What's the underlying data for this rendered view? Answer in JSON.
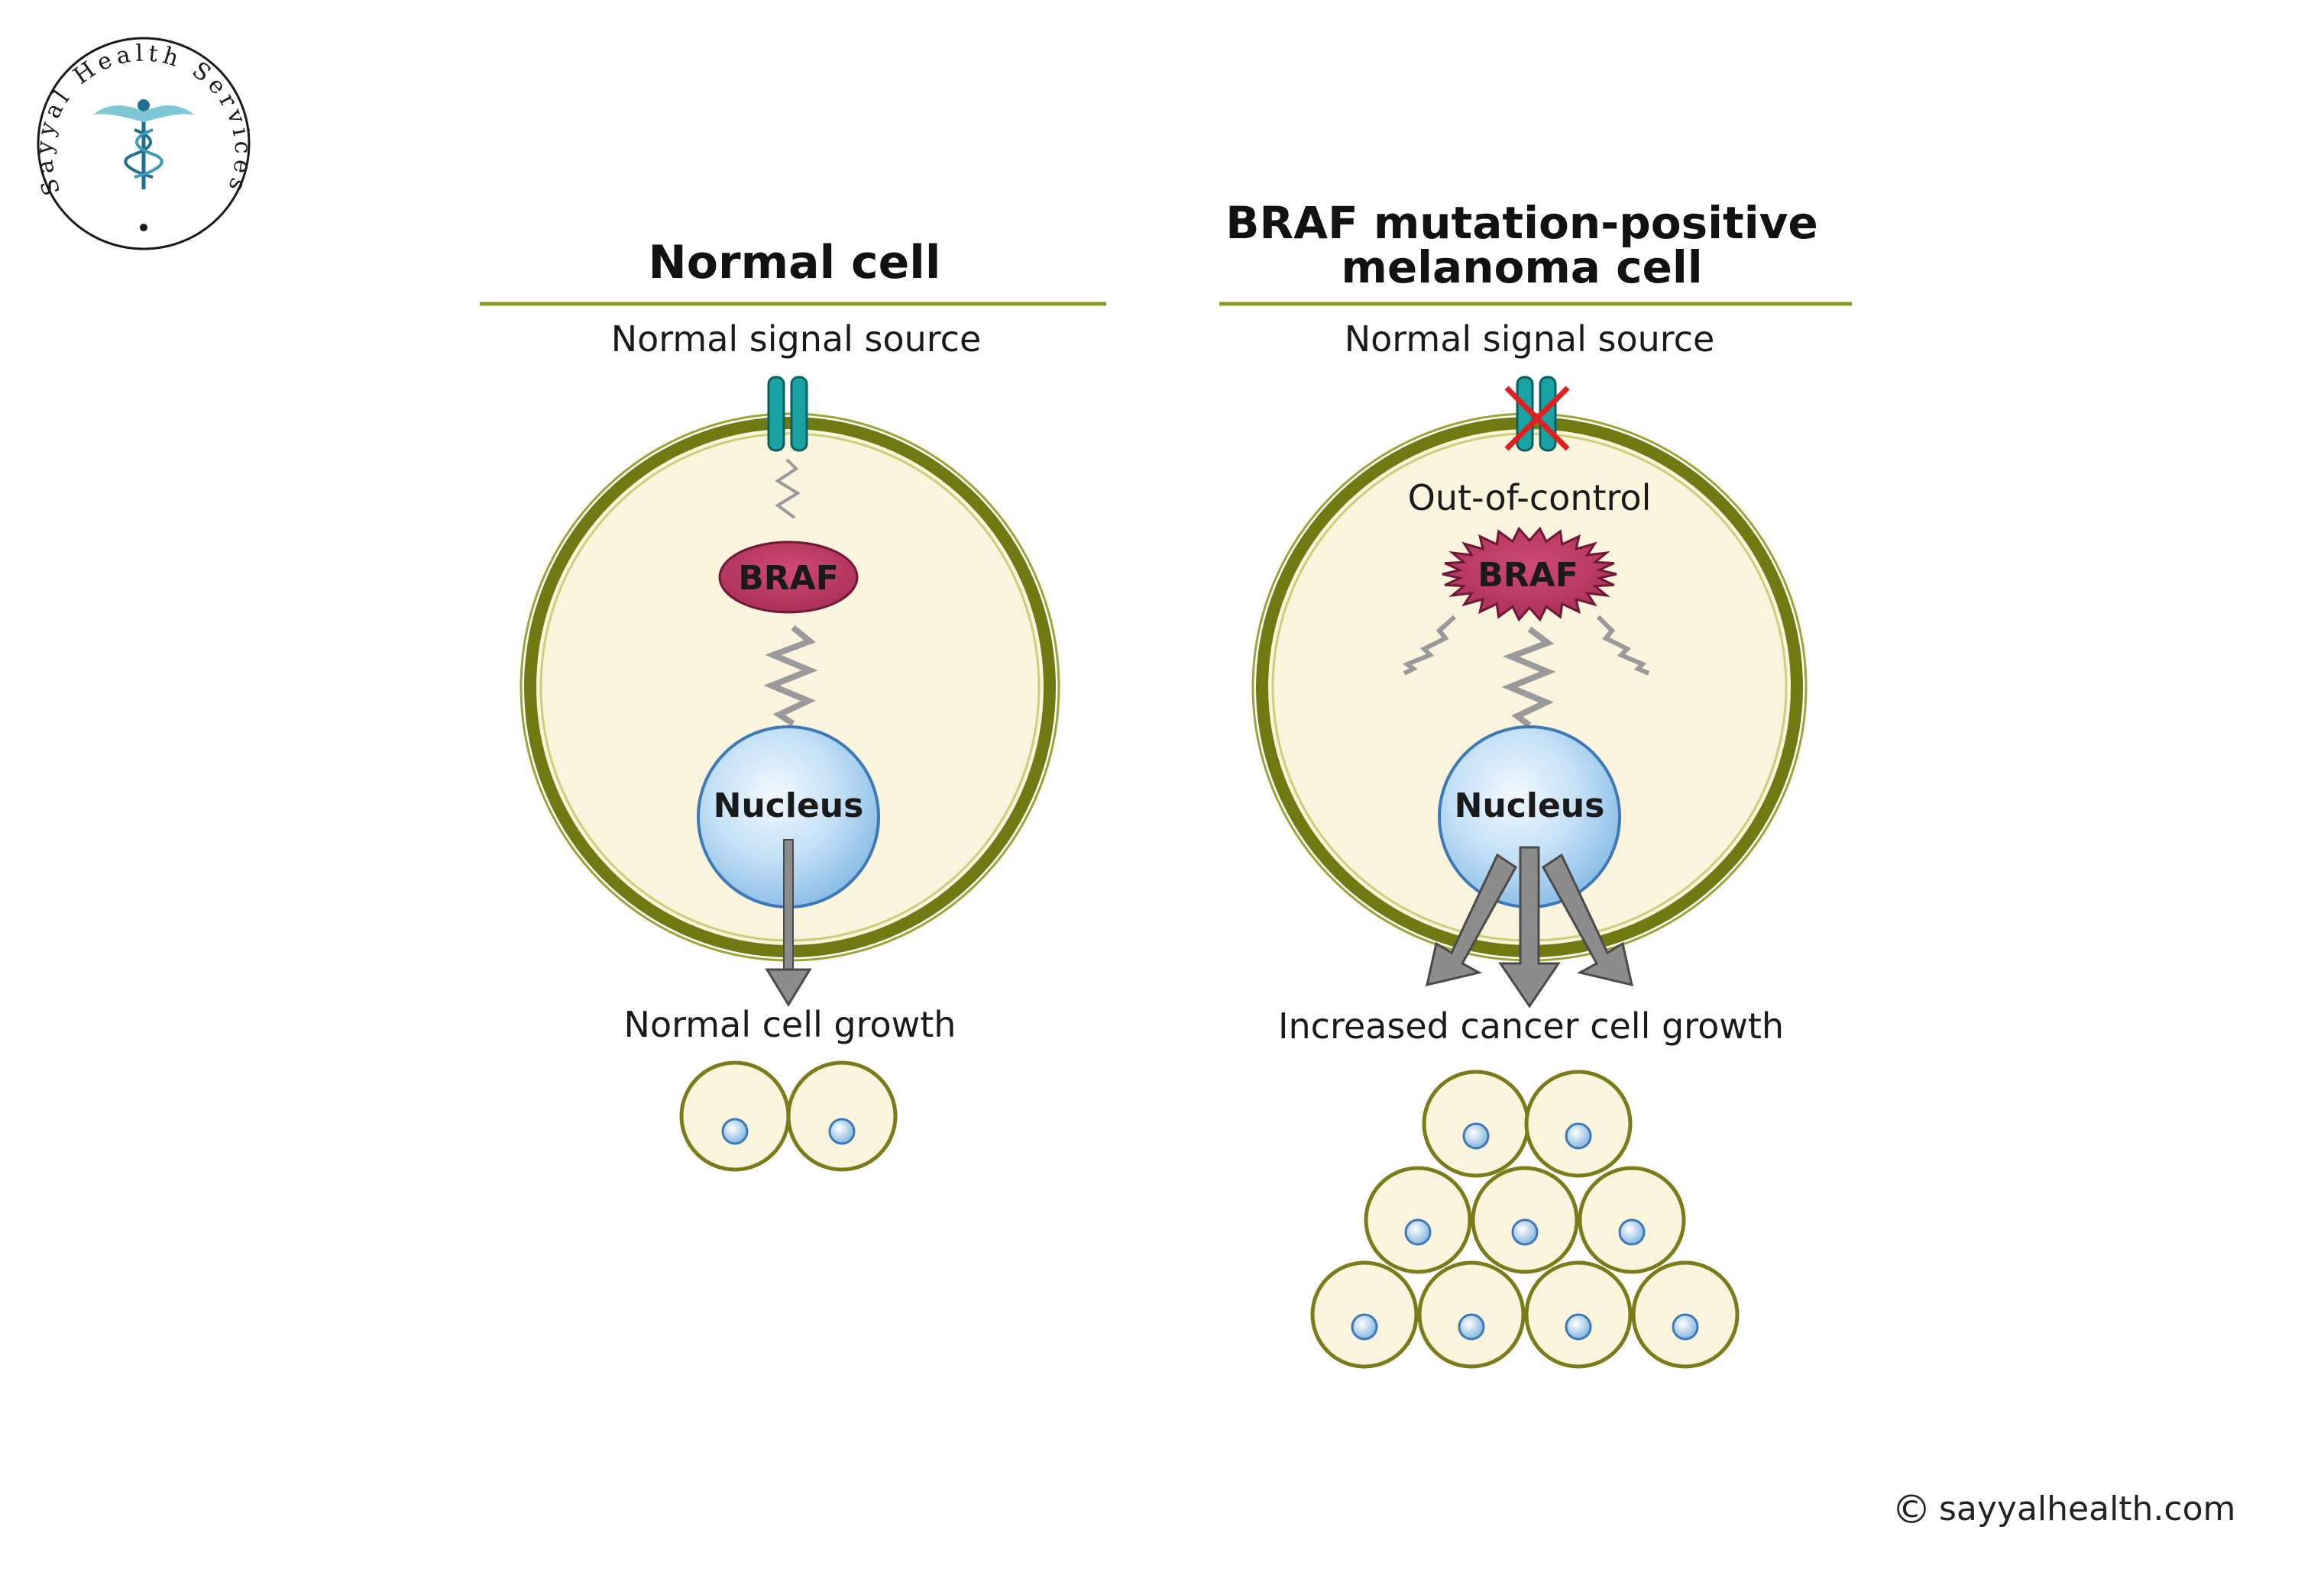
{
  "logo": {
    "text": "Sayyal Health Services",
    "icon": "caduceus-icon"
  },
  "panels": {
    "normal": {
      "title": "Normal cell",
      "signal_label": "Normal signal source",
      "braf_label": "BRAF",
      "nucleus_label": "Nucleus",
      "growth_label": "Normal cell growth"
    },
    "melanoma": {
      "title_line1": "BRAF mutation-positive",
      "title_line2": "melanoma cell",
      "signal_label": "Normal signal source",
      "out_of_control_label": "Out-of-control",
      "braf_label": "BRAF",
      "nucleus_label": "Nucleus",
      "growth_label": "Increased cancer cell growth"
    }
  },
  "credit": {
    "icon": "copyright-icon",
    "text": "sayyalhealth.com"
  },
  "colors": {
    "membrane": "#6f7a12",
    "cytoplasm": "#fbf4dc",
    "braf": "#b5365e",
    "nucleus": "#a8d0f0",
    "receptor": "#1aa3a3",
    "arrow": "#8c8c8c",
    "title_rule": "#8a9a1f",
    "cancel_mark": "#e02020"
  }
}
